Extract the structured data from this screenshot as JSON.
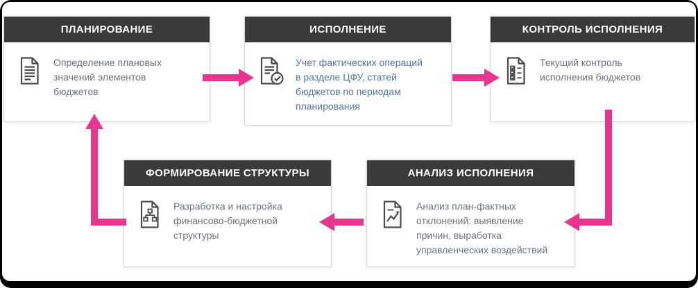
{
  "colors": {
    "accent": "#e8368f",
    "header_bg": "#3a3a3a",
    "header_text": "#ffffff",
    "body_text": "#6a7380",
    "box_border": "#d6d6d6",
    "icon_stroke": "#4a4a4a",
    "frame": "#000000",
    "background": "#ffffff"
  },
  "boxes": [
    {
      "title": "ПЛАНИРОВАНИЕ",
      "description": "Определение плановых значений элементов бюджетов",
      "icon": "document-lines-icon",
      "text_color": "#6a7380"
    },
    {
      "title": "ИСПОЛНЕНИЕ",
      "description": "Учет фактических операций в разделе ЦФУ, статей бюджетов по периодам планирования",
      "icon": "document-check-icon",
      "text_color": "#54759e"
    },
    {
      "title": "КОНТРОЛЬ ИСПОЛНЕНИЯ",
      "description": "Текущий контроль исполнения бюджетов",
      "icon": "document-checklist-icon",
      "text_color": "#6a7380"
    },
    {
      "title": "ФОРМИРОВАНИЕ СТРУКТУРЫ",
      "description": "Разработка и настройка финансово-бюджетной структуры",
      "icon": "document-hierarchy-icon",
      "text_color": "#6a7380"
    },
    {
      "title": "АНАЛИЗ ИСПОЛНЕНИЯ",
      "description": "Анализ план-фактных отклонений: выявление причин, выработка управленческих воздействий",
      "icon": "document-chart-icon",
      "text_color": "#6a7380"
    }
  ],
  "arrows": [
    {
      "name": "planning-to-execution",
      "direction": "right"
    },
    {
      "name": "execution-to-control",
      "direction": "right"
    },
    {
      "name": "control-to-analysis",
      "direction": "down-left"
    },
    {
      "name": "analysis-to-structure",
      "direction": "left"
    },
    {
      "name": "structure-to-planning",
      "direction": "left-up"
    }
  ]
}
